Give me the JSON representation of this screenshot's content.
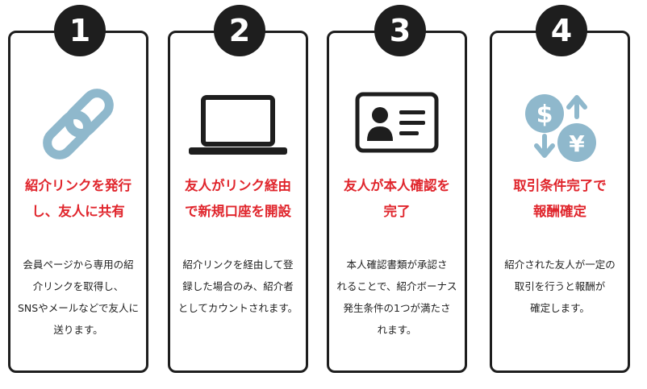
{
  "colors": {
    "accent": "#e0252c",
    "border": "#1e1e1e",
    "icon_dark": "#1e1e1e",
    "icon_light": "#8fb8cc"
  },
  "steps": [
    {
      "number": "1",
      "icon": "link-chain-icon",
      "title": [
        "紹介リンクを発行",
        "し、友人に共有"
      ],
      "description": [
        "会員ページから専用の紹",
        "介リンクを取得し、",
        "SNSやメールなどで友人に",
        "送ります。"
      ]
    },
    {
      "number": "2",
      "icon": "laptop-icon",
      "title": [
        "友人がリンク経由",
        "で新規口座を開設"
      ],
      "description": [
        "紹介リンクを経由して登",
        "録した場合のみ、紹介者",
        "としてカウントされます。"
      ]
    },
    {
      "number": "3",
      "icon": "id-card-icon",
      "title": [
        "友人が本人確認を",
        "完了"
      ],
      "description": [
        "本人確認書類が承認さ",
        "れることで、紹介ボーナス",
        "発生条件の1つが満たさ",
        "れます。"
      ]
    },
    {
      "number": "4",
      "icon": "currency-exchange-icon",
      "title": [
        "取引条件完了で",
        "報酬確定"
      ],
      "description": [
        "紹介された友人が一定の",
        "取引を行うと報酬が",
        "確定します。"
      ]
    }
  ]
}
